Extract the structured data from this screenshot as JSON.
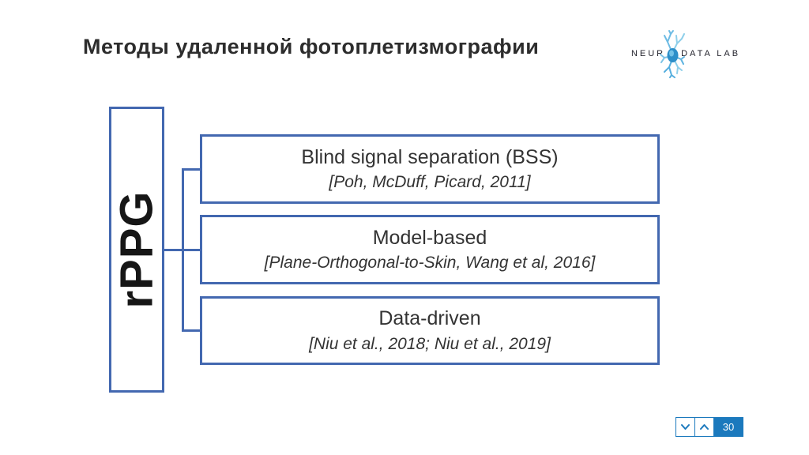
{
  "slide": {
    "title": "Методы удаленной фотоплетизмографии",
    "title_color": "#2d2d2d",
    "background_color": "#ffffff"
  },
  "logo": {
    "name": "Neurodata Lab",
    "left_text": "NEUR",
    "right_text": "DATA LAB",
    "neuron_icon": "neuron-icon",
    "neuron_color": "#2d8fc9"
  },
  "diagram": {
    "border_color": "#4368b0",
    "root_label": "rPPG",
    "branches": [
      {
        "title": "Blind signal separation (BSS)",
        "citation": "[Poh, McDuff, Picard, 2011]"
      },
      {
        "title": "Model-based",
        "citation": "[Plane-Orthogonal-to-Skin, Wang et al, 2016]"
      },
      {
        "title": "Data-driven",
        "citation": "[Niu et al., 2018; Niu et al., 2019]"
      }
    ]
  },
  "nav": {
    "accent_color": "#1b79bd",
    "prev_icon": "chevron-down",
    "next_icon": "chevron-up",
    "page_label": "30"
  }
}
